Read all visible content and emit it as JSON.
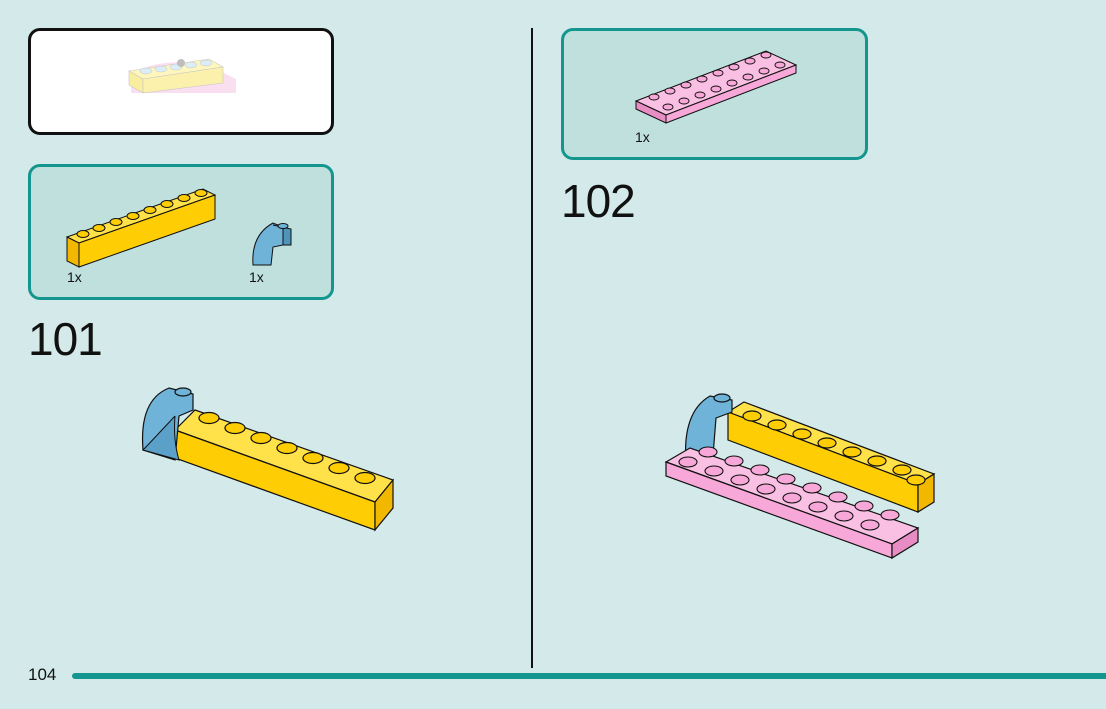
{
  "page": {
    "number": "104"
  },
  "steps": [
    {
      "number": "101",
      "parts": [
        {
          "qty": "1x",
          "icon": "yellow-brick-1x8-icon"
        },
        {
          "qty": "1x",
          "icon": "blue-curved-slope-icon"
        }
      ]
    },
    {
      "number": "102",
      "parts": [
        {
          "qty": "1x",
          "icon": "pink-plate-2x8-icon"
        }
      ]
    }
  ],
  "colors": {
    "background": "#d4eaea",
    "accent": "#14968f",
    "yellow": "#ffcd03",
    "pink": "#f7a8d8",
    "blue": "#6fb3d8"
  }
}
